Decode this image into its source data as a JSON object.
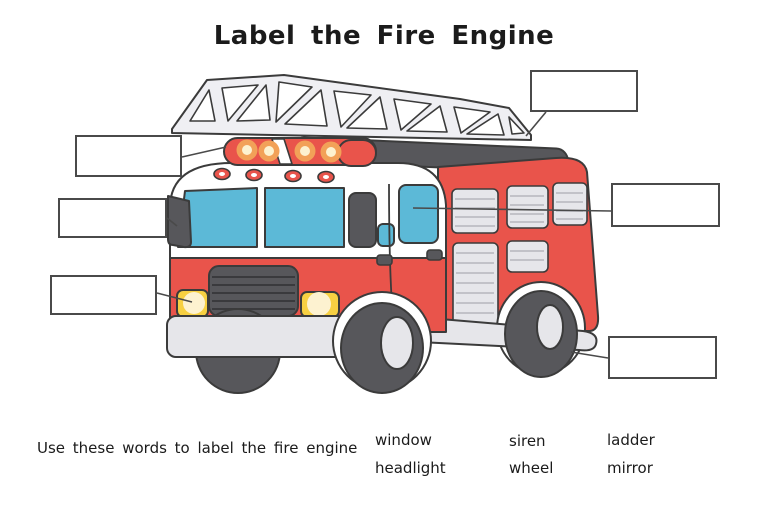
{
  "title": "Label the Fire Engine",
  "instruction": "Use these words to label the fire engine",
  "word_bank": {
    "rows": [
      [
        "window",
        "siren",
        "ladder"
      ],
      [
        "headlight",
        "wheel",
        "mirror"
      ]
    ]
  },
  "label_boxes": [
    {
      "points_to": "ladder",
      "text": ""
    },
    {
      "points_to": "siren",
      "text": ""
    },
    {
      "points_to": "mirror",
      "text": ""
    },
    {
      "points_to": "headlight",
      "text": ""
    },
    {
      "points_to": "window",
      "text": ""
    },
    {
      "points_to": "wheel",
      "text": ""
    }
  ],
  "colors": {
    "truck_red": "#e9544b",
    "window_blue": "#5cb9d7",
    "dark_gray": "#57575b",
    "light_gray": "#e6e6ea",
    "ladder_gray": "#efeff3",
    "headlight_yellow": "#f7d042",
    "light_orange": "#f2a158",
    "light_cream": "#fdf2d0",
    "outline": "#3b3b3b",
    "box_border": "#4a4a4a"
  }
}
